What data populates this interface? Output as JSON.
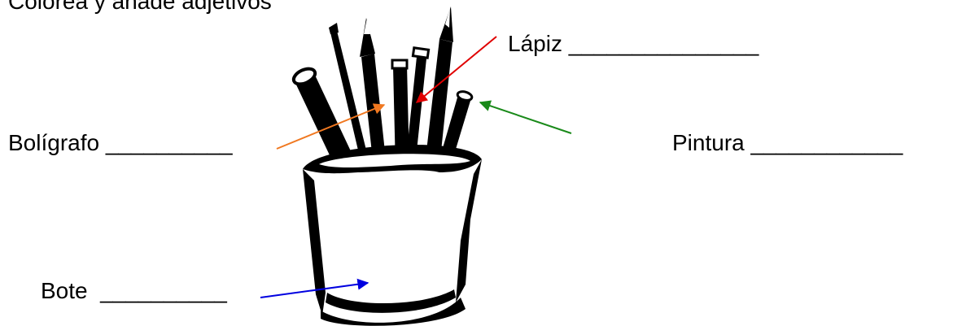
{
  "worksheet": {
    "instruction": "Colorea y añade adjetivos",
    "labels": {
      "lapiz": "Lápiz _______________",
      "boligrafo": "Bolígrafo __________",
      "pintura": "Pintura ____________",
      "bote": "Bote  __________"
    }
  },
  "arrows": {
    "lapiz_color": "#e00000",
    "boligrafo_color": "#f07820",
    "pintura_color": "#1a8a1a",
    "bote_color": "#0000e0"
  },
  "illustration": "pencil-cup-clipart"
}
